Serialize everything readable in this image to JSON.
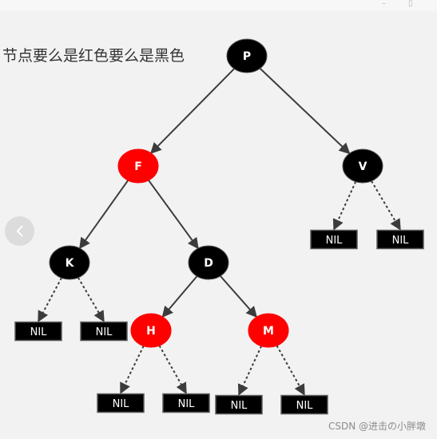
{
  "window_controls": {
    "minimize": "–",
    "maximize": "▯"
  },
  "heading": "节点要么是红色要么是黑色",
  "watermark": "CSDN @进击の小胖墩",
  "colors": {
    "red": "#ff0000",
    "black": "#000000",
    "edge": "#3c3c3c"
  },
  "tree": {
    "nodes": [
      {
        "id": "P",
        "label": "P",
        "color": "black"
      },
      {
        "id": "F",
        "label": "F",
        "color": "red"
      },
      {
        "id": "V",
        "label": "V",
        "color": "black"
      },
      {
        "id": "K",
        "label": "K",
        "color": "black"
      },
      {
        "id": "D",
        "label": "D",
        "color": "black"
      },
      {
        "id": "H",
        "label": "H",
        "color": "red"
      },
      {
        "id": "M",
        "label": "M",
        "color": "red"
      }
    ],
    "nils": [
      {
        "id": "nil-v-left",
        "label": "NIL"
      },
      {
        "id": "nil-v-right",
        "label": "NIL"
      },
      {
        "id": "nil-k-left",
        "label": "NIL"
      },
      {
        "id": "nil-k-right",
        "label": "NIL"
      },
      {
        "id": "nil-h-left",
        "label": "NIL"
      },
      {
        "id": "nil-h-right",
        "label": "NIL"
      },
      {
        "id": "nil-m-left",
        "label": "NIL"
      },
      {
        "id": "nil-m-right",
        "label": "NIL"
      }
    ],
    "edges": [
      {
        "from": "P",
        "to": "F",
        "style": "solid"
      },
      {
        "from": "P",
        "to": "V",
        "style": "solid"
      },
      {
        "from": "F",
        "to": "K",
        "style": "solid"
      },
      {
        "from": "F",
        "to": "D",
        "style": "solid"
      },
      {
        "from": "D",
        "to": "H",
        "style": "solid"
      },
      {
        "from": "D",
        "to": "M",
        "style": "solid"
      },
      {
        "from": "V",
        "to": "nil-v-left",
        "style": "dashed"
      },
      {
        "from": "V",
        "to": "nil-v-right",
        "style": "dashed"
      },
      {
        "from": "K",
        "to": "nil-k-left",
        "style": "dashed"
      },
      {
        "from": "K",
        "to": "nil-k-right",
        "style": "dashed"
      },
      {
        "from": "H",
        "to": "nil-h-left",
        "style": "dashed"
      },
      {
        "from": "H",
        "to": "nil-h-right",
        "style": "dashed"
      },
      {
        "from": "M",
        "to": "nil-m-left",
        "style": "dashed"
      },
      {
        "from": "M",
        "to": "nil-m-right",
        "style": "dashed"
      }
    ]
  }
}
